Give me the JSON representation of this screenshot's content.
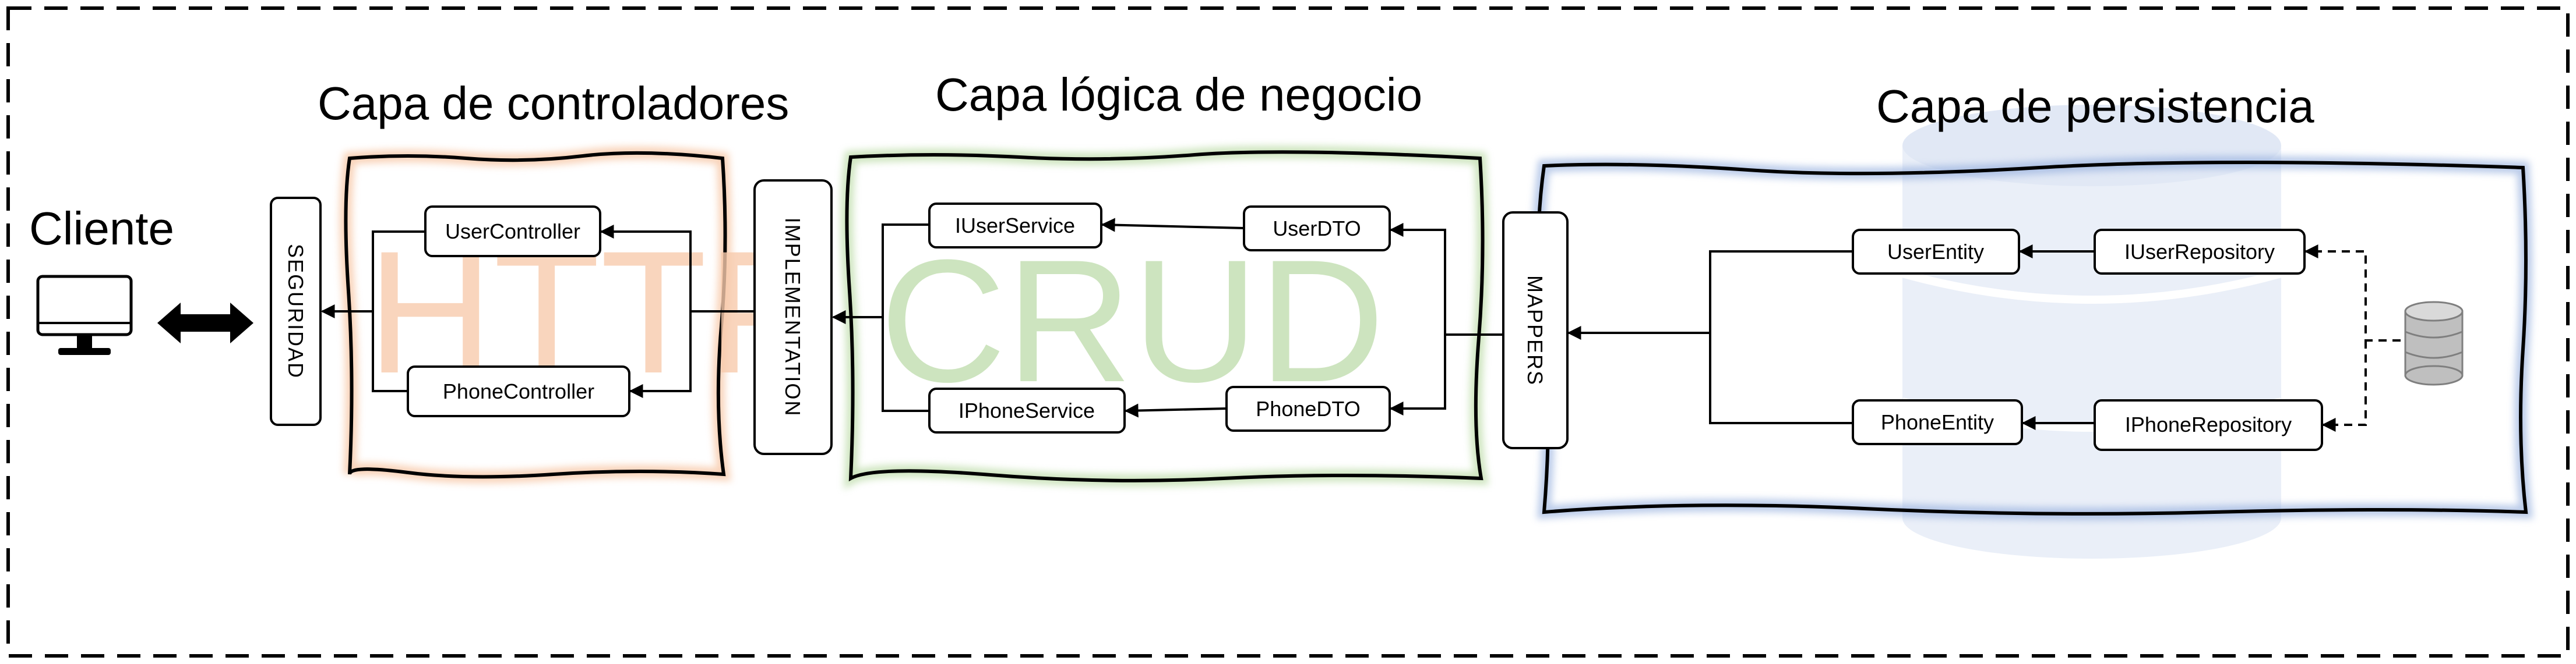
{
  "colors": {
    "controller_layer": "#f4b183",
    "business_layer": "#a9d18e",
    "persistence_layer": "#8faadc",
    "db_watermark": "#dae3f3",
    "frame": "#000000"
  },
  "client": {
    "label": "Cliente",
    "icon": "monitor-icon"
  },
  "security": {
    "label": "SEGURIDAD"
  },
  "implementation": {
    "label": "IMPLEMENTATION"
  },
  "mappers": {
    "label": "MAPPERS"
  },
  "layers": {
    "controllers": {
      "title": "Capa de controladores",
      "watermark": "HTTP",
      "items": [
        "UserController",
        "PhoneController"
      ]
    },
    "business": {
      "title": "Capa lógica de negocio",
      "watermark": "CRUD",
      "services": [
        "IUserService",
        "IPhoneService"
      ],
      "dtos": [
        "UserDTO",
        "PhoneDTO"
      ]
    },
    "persistence": {
      "title": "Capa de persistencia",
      "entities": [
        "UserEntity",
        "PhoneEntity"
      ],
      "repositories": [
        "IUserRepository",
        "IPhoneRepository"
      ],
      "database_icon": "database-icon"
    }
  }
}
